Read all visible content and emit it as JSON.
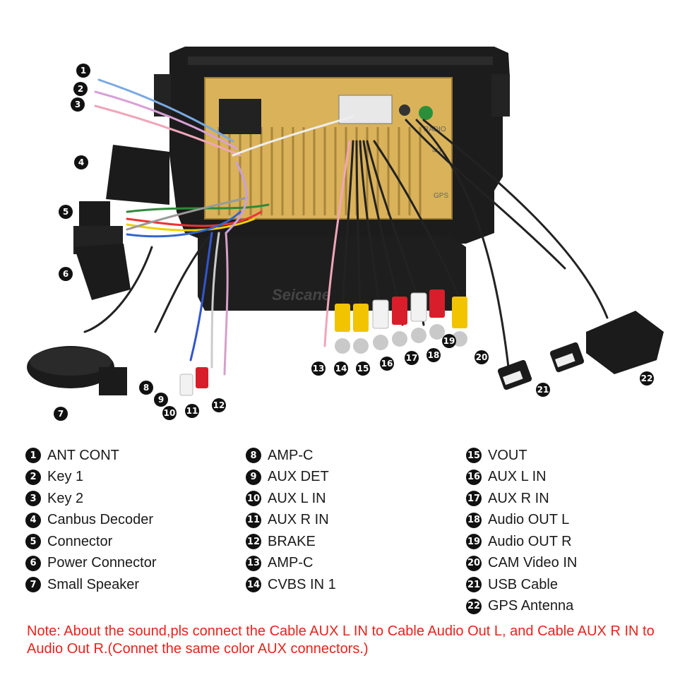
{
  "legend": [
    {
      "num": "1",
      "label": "ANT CONT"
    },
    {
      "num": "2",
      "label": "Key 1"
    },
    {
      "num": "3",
      "label": "Key 2"
    },
    {
      "num": "4",
      "label": "Canbus Decoder"
    },
    {
      "num": "5",
      "label": "Connector"
    },
    {
      "num": "6",
      "label": "Power Connector"
    },
    {
      "num": "7",
      "label": "Small Speaker"
    },
    {
      "num": "8",
      "label": "AMP-C"
    },
    {
      "num": "9",
      "label": "AUX DET"
    },
    {
      "num": "10",
      "label": "AUX L IN"
    },
    {
      "num": "11",
      "label": "AUX R IN"
    },
    {
      "num": "12",
      "label": "BRAKE"
    },
    {
      "num": "13",
      "label": "AMP-C"
    },
    {
      "num": "14",
      "label": "CVBS IN 1"
    },
    {
      "num": "15",
      "label": "VOUT"
    },
    {
      "num": "16",
      "label": "AUX L IN"
    },
    {
      "num": "17",
      "label": "AUX R IN"
    },
    {
      "num": "18",
      "label": "Audio OUT L"
    },
    {
      "num": "19",
      "label": "Audio OUT R"
    },
    {
      "num": "20",
      "label": "CAM Video IN"
    },
    {
      "num": "21",
      "label": "USB Cable"
    },
    {
      "num": "22",
      "label": "GPS Antenna"
    }
  ],
  "device": {
    "radio_label": "RADIO",
    "port_4g": "4G",
    "port_gps": "GPS",
    "watermark": "Seicane"
  },
  "note": "Note: About the sound,pls connect the Cable AUX L IN to Cable Audio Out L, and Cable AUX R IN to  Audio Out R.(Connet the same color AUX connectors.)",
  "colors": {
    "note": "#e8231c",
    "heatsink": "#d9b25a",
    "rca_red": "#d81e2a",
    "rca_yellow": "#f2c400",
    "rca_white": "#f2f2f2",
    "frame": "#1a1a1a"
  }
}
